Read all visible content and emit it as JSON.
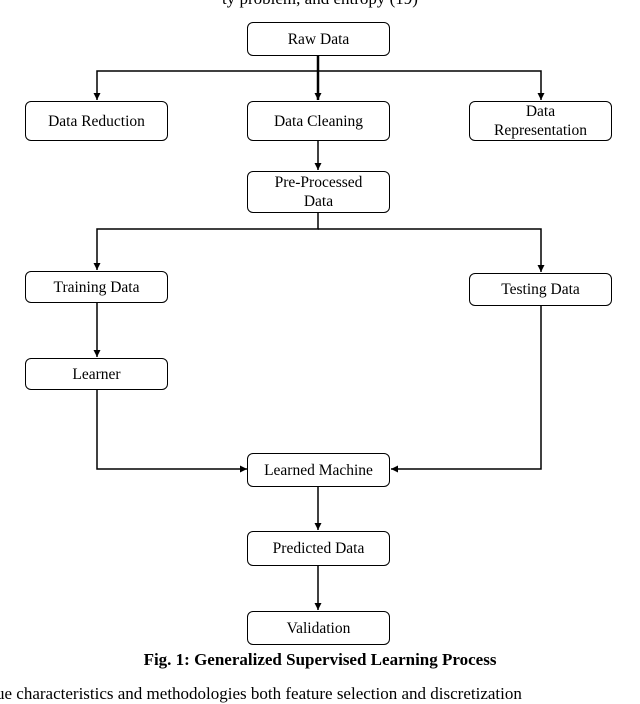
{
  "page": {
    "top_text_fragment": "ty problem, and entropy (19)",
    "bottom_text_fragment": "ue characteristics and methodologies both feature selection and discretization",
    "caption": "Fig. 1: Generalized Supervised Learning Process"
  },
  "diagram": {
    "nodes": {
      "raw_data": "Raw Data",
      "data_reduction": "Data Reduction",
      "data_cleaning": "Data Cleaning",
      "data_representation": "Data\nRepresentation",
      "pre_processed_data": "Pre-Processed\nData",
      "training_data": "Training Data",
      "testing_data": "Testing Data",
      "learner": "Learner",
      "learned_machine": "Learned Machine",
      "predicted_data": "Predicted Data",
      "validation": "Validation"
    }
  }
}
